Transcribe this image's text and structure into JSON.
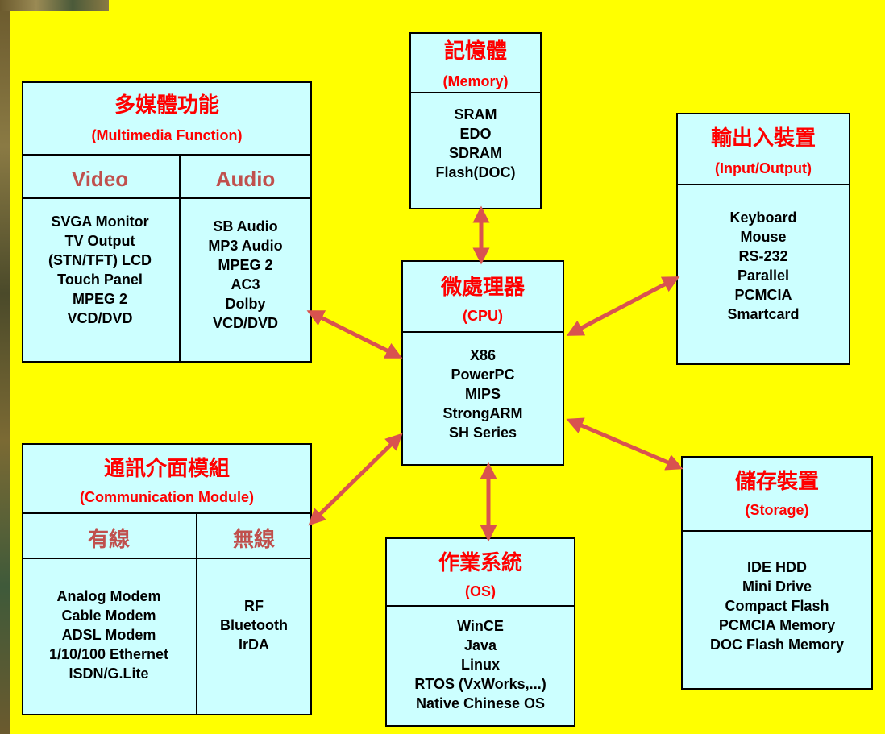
{
  "memory": {
    "zh": "記憶體",
    "en": "(Memory)",
    "items": [
      "SRAM",
      "EDO",
      "SDRAM",
      "Flash(DOC)"
    ]
  },
  "multimedia": {
    "zh": "多媒體功能",
    "en": "(Multimedia Function)",
    "video": {
      "label": "Video",
      "items": [
        "SVGA Monitor",
        "TV Output",
        "(STN/TFT) LCD",
        "Touch Panel",
        "MPEG 2",
        "VCD/DVD"
      ]
    },
    "audio": {
      "label": "Audio",
      "items": [
        "SB Audio",
        "MP3 Audio",
        "MPEG 2",
        "AC3",
        "Dolby",
        "VCD/DVD"
      ]
    }
  },
  "io": {
    "zh": "輸出入裝置",
    "en": "(Input/Output)",
    "items": [
      "Keyboard",
      "Mouse",
      "RS-232",
      "Parallel",
      "PCMCIA",
      "Smartcard"
    ]
  },
  "cpu": {
    "zh": "微處理器",
    "en": "(CPU)",
    "items": [
      "X86",
      "PowerPC",
      "MIPS",
      "StrongARM",
      "SH Series"
    ]
  },
  "comm": {
    "zh": "通訊介面模組",
    "en": "(Communication Module)",
    "wired": {
      "label": "有線",
      "items": [
        "Analog Modem",
        "Cable Modem",
        "ADSL Modem",
        "1/10/100 Ethernet",
        "ISDN/G.Lite"
      ]
    },
    "wireless": {
      "label": "無線",
      "items": [
        "RF",
        "Bluetooth",
        "IrDA"
      ]
    }
  },
  "os": {
    "zh": "作業系統",
    "en": "(OS)",
    "items": [
      "WinCE",
      "Java",
      "Linux",
      "RTOS (VxWorks,...)",
      "Native Chinese OS"
    ]
  },
  "storage": {
    "zh": "儲存裝置",
    "en": "(Storage)",
    "items": [
      "IDE HDD",
      "Mini Drive",
      "Compact Flash",
      "PCMCIA Memory",
      "DOC Flash Memory"
    ]
  },
  "colors": {
    "background": "#ffff00",
    "box": "#ccffff",
    "title": "#ff0000",
    "sublabel": "#c0504d",
    "arrow": "#d9534f"
  }
}
